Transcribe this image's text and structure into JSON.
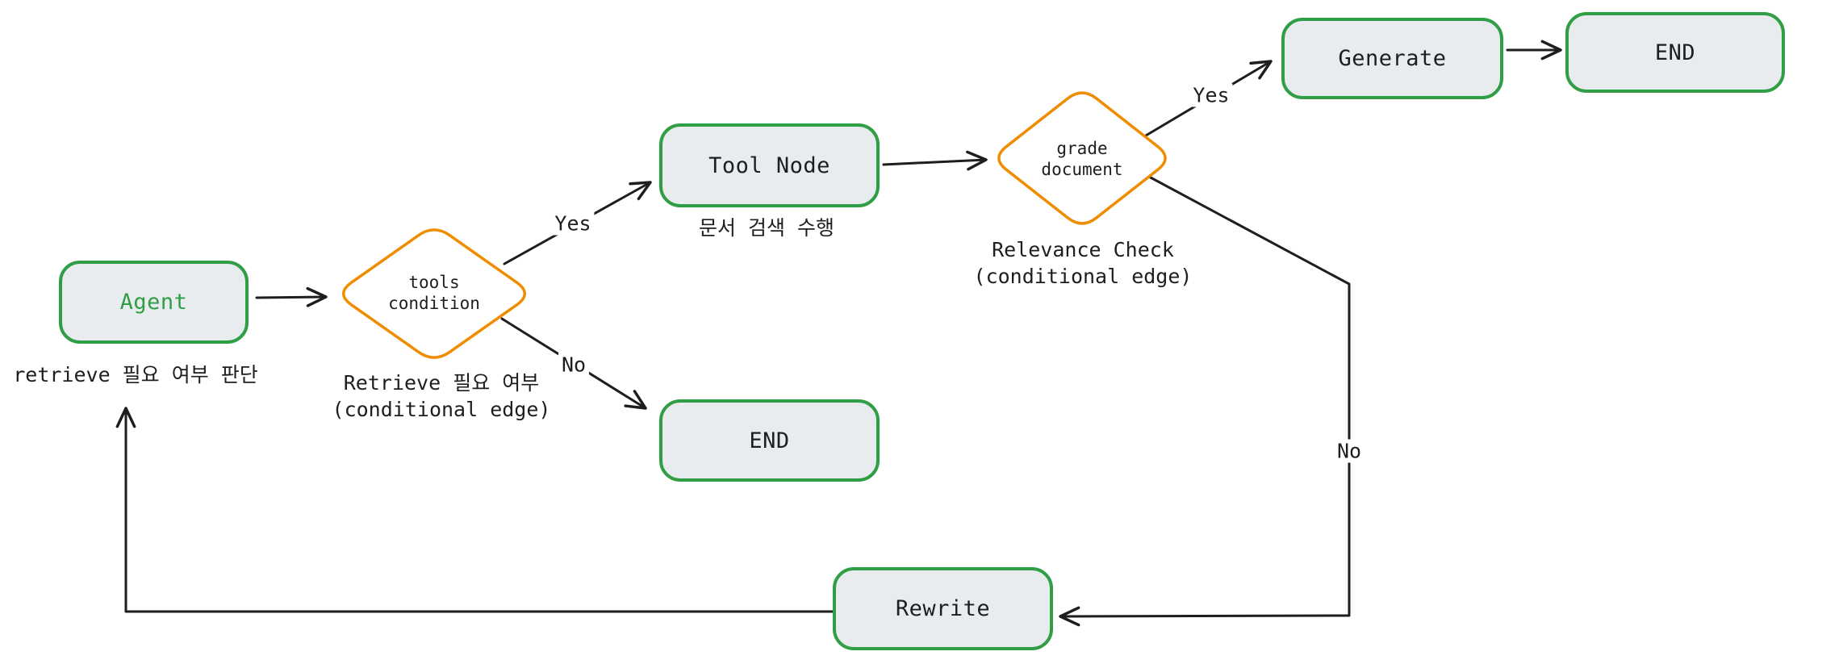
{
  "colors": {
    "node_border": "#2f9e44",
    "node_fill": "#e9ecef",
    "decision_border": "#f08c00",
    "stroke": "#1e1e1e",
    "agent_label": "#2f9e44",
    "background": "#ffffff"
  },
  "nodes": {
    "agent": {
      "label": "Agent",
      "caption": "retrieve 필요 여부 판단"
    },
    "tool_node": {
      "label": "Tool Node",
      "caption": "문서 검색 수행"
    },
    "end_middle": {
      "label": "END"
    },
    "generate": {
      "label": "Generate"
    },
    "end_top": {
      "label": "END"
    },
    "rewrite": {
      "label": "Rewrite"
    }
  },
  "decisions": {
    "tools_condition": {
      "line1": "tools",
      "line2": "condition",
      "caption1": "Retrieve 필요 여부",
      "caption2": "(conditional edge)"
    },
    "grade_document": {
      "line1": "grade",
      "line2": "document",
      "caption1": "Relevance Check",
      "caption2": "(conditional edge)"
    }
  },
  "edge_labels": {
    "tools_yes": "Yes",
    "tools_no": "No",
    "grade_yes": "Yes",
    "grade_no": "No"
  }
}
